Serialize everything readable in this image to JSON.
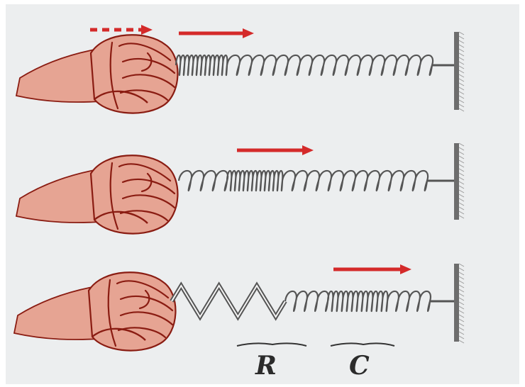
{
  "figure": {
    "description_panels": 3,
    "labels": {
      "rarefaction": "R",
      "compression": "C"
    },
    "colors": {
      "background": "#eceeef",
      "arrow": "#d42a2a",
      "spring": "#555555",
      "wall": "#6d6d6d",
      "hand_fill": "#e6a493",
      "hand_outline": "#8a1c12"
    },
    "panels": [
      {
        "name": "panel-1",
        "arrow": "solid",
        "has_dashed_arrow": true
      },
      {
        "name": "panel-2",
        "arrow": "solid",
        "has_dashed_arrow": false
      },
      {
        "name": "panel-3",
        "arrow": "solid",
        "has_dashed_arrow": false
      }
    ]
  }
}
